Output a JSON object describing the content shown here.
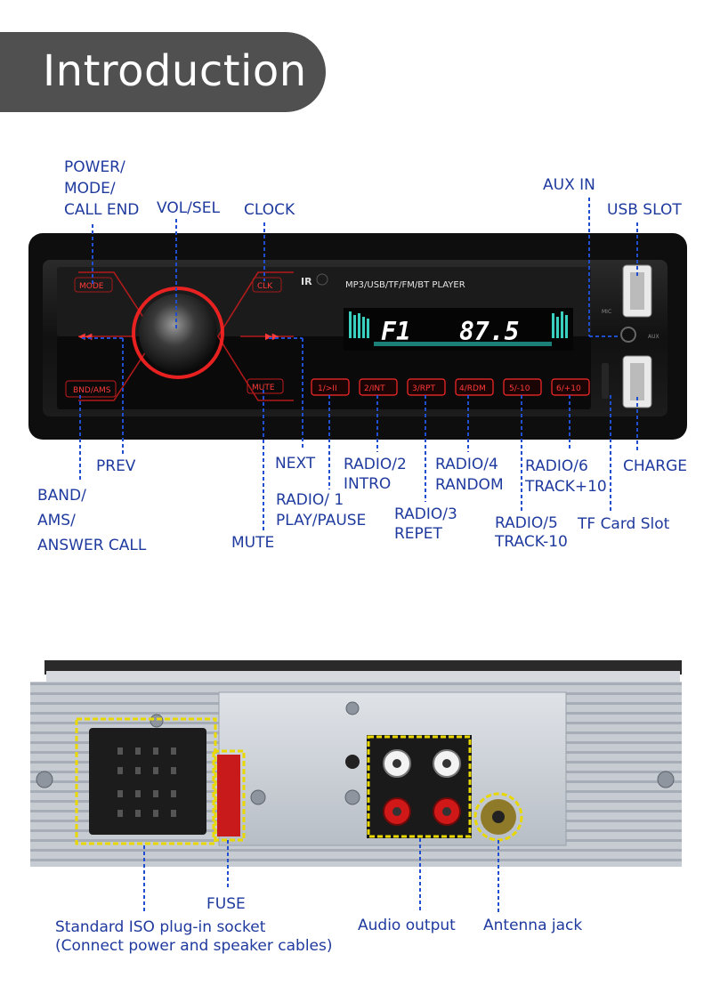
{
  "header": {
    "title": "Introduction"
  },
  "device": {
    "ir": "IR",
    "player_name": "MP3/USB/TF/FM/BT  PLAYER",
    "display_band": "F1",
    "display_freq": "87.5",
    "buttons": {
      "power": "MODE",
      "band": "BND/AMS",
      "mute": "MUTE",
      "clock": "CLK",
      "b1": "1/>II",
      "b2": "2/INT",
      "b3": "3/RPT",
      "b4": "4/RDM",
      "b5": "5/-10",
      "b6": "6/+10"
    },
    "jack_mic": "MIC",
    "jack_aux": "AUX"
  },
  "labels": {
    "power_mode": [
      "POWER/",
      "MODE/",
      "CALL END"
    ],
    "vol_sel": "VOL/SEL",
    "clock": "CLOCK",
    "aux_in": "AUX IN",
    "usb_slot": "USB SLOT",
    "prev": "PREV",
    "band_ams": [
      "BAND/",
      "AMS/",
      "ANSWER CALL"
    ],
    "next": "NEXT",
    "mute": "MUTE",
    "radio1": [
      "RADIO/ 1",
      "PLAY/PAUSE"
    ],
    "radio2": [
      "RADIO/2",
      "INTRO"
    ],
    "radio3": [
      "RADIO/3",
      "REPET"
    ],
    "radio4": [
      "RADIO/4",
      "RANDOM"
    ],
    "radio5": [
      "RADIO/5",
      "TRACK-10"
    ],
    "radio6": [
      "RADIO/6",
      "TRACK+10"
    ],
    "charge": "CHARGE",
    "tf_slot": "TF Card Slot",
    "fuse": "FUSE",
    "iso": [
      "Standard ISO plug-in socket",
      "(Connect power and speaker cables)"
    ],
    "audio": "Audio output",
    "antenna": "Antenna jack"
  },
  "colors": {
    "label_blue": "#1f3a9e",
    "accent_red": "#ff2a2a",
    "highlight_yellow": "#e8d800"
  }
}
